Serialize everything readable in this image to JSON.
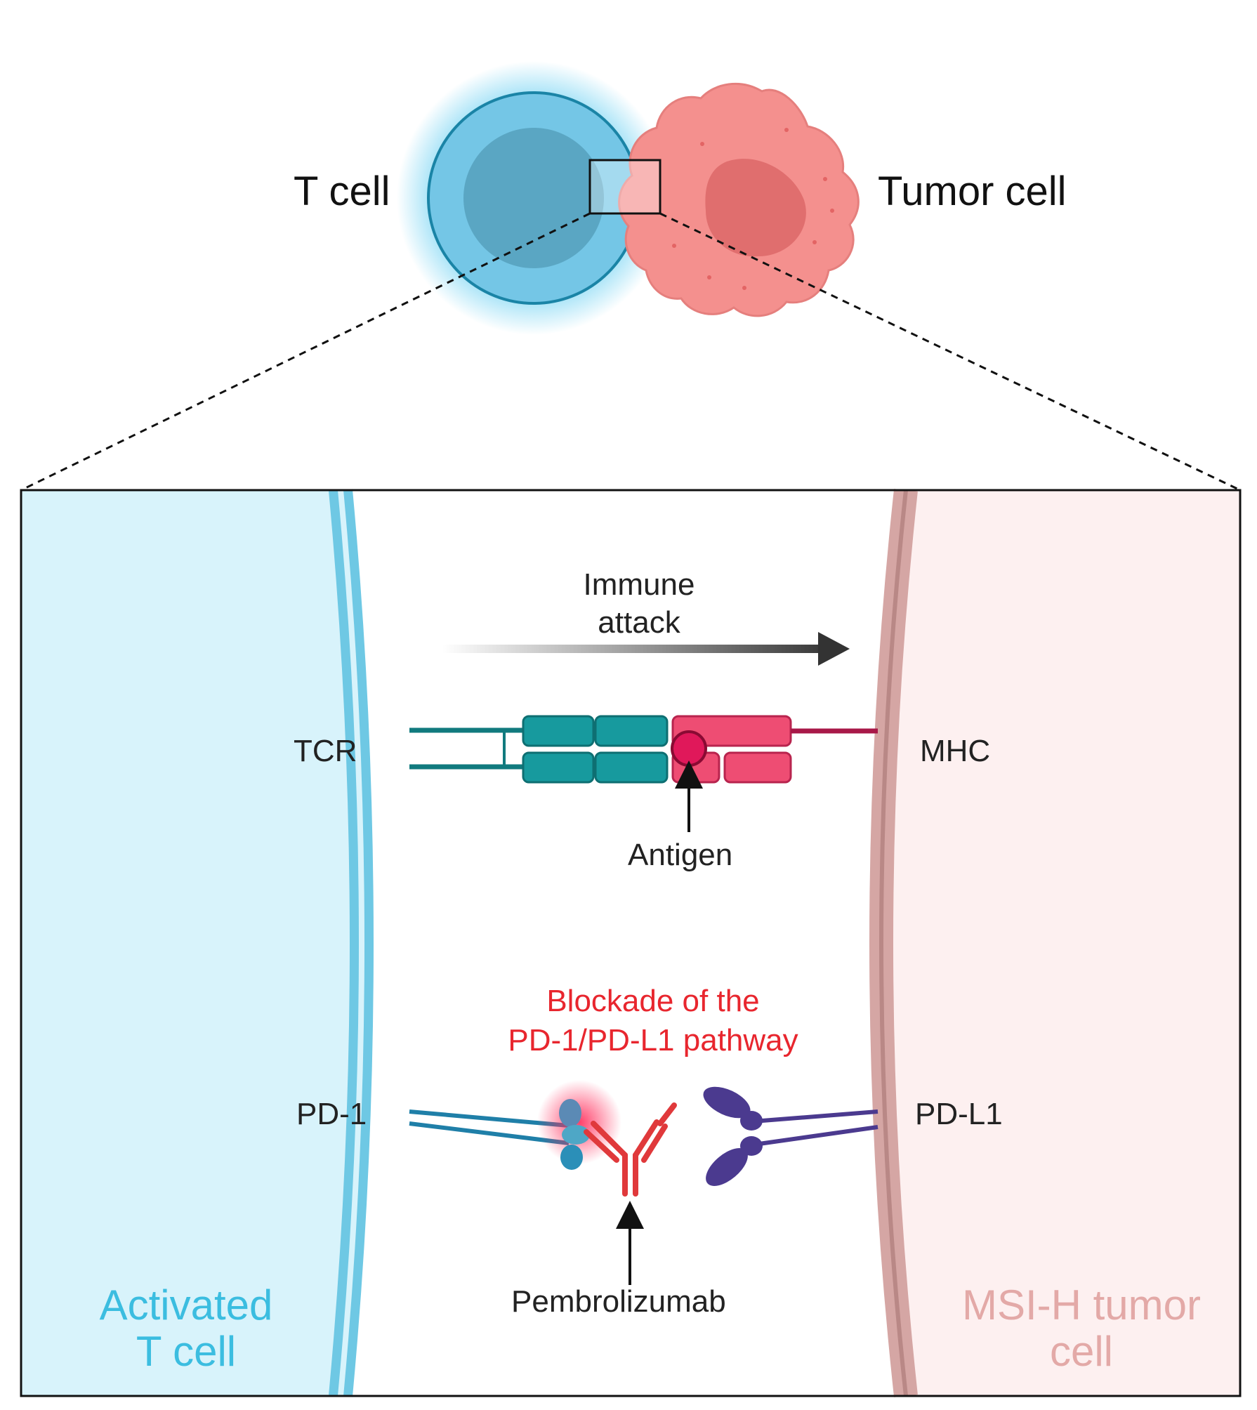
{
  "labels": {
    "t_cell": "T cell",
    "tumor_cell": "Tumor cell",
    "immune_attack": "Immune\nattack",
    "tcr": "TCR",
    "mhc": "MHC",
    "antigen": "Antigen",
    "blockade": "Blockade of the\nPD-1/PD-L1 pathway",
    "pd1": "PD-1",
    "pdl1": "PD-L1",
    "pembrolizumab": "Pembrolizumab",
    "activated_t_cell": "Activated\nT cell",
    "msi_h_tumor_cell": "MSI-H tumor\ncell"
  },
  "colors": {
    "t_cell_fill": "#6cc3e4",
    "t_cell_glow": "#3fc2ee",
    "tumor_fill": "#f4908e",
    "tumor_nucleus": "#e06e6e",
    "t_side_bg": "#d8f3fb",
    "tumor_side_bg": "#fdf0f0",
    "t_membrane": "#6ec8e4",
    "tumor_membrane": "#c99a98",
    "tcr_teal": "#179a9e",
    "mhc_pink": "#ee4d73",
    "antigen": "#e0185a",
    "pd1_blue": "#1f7fa8",
    "pdl1_purple": "#4b3a8f",
    "antibody_red": "#e0393b",
    "blockade_text": "#e8262e",
    "activated_text": "#3bbde0",
    "msi_text": "#e3a9a7"
  }
}
